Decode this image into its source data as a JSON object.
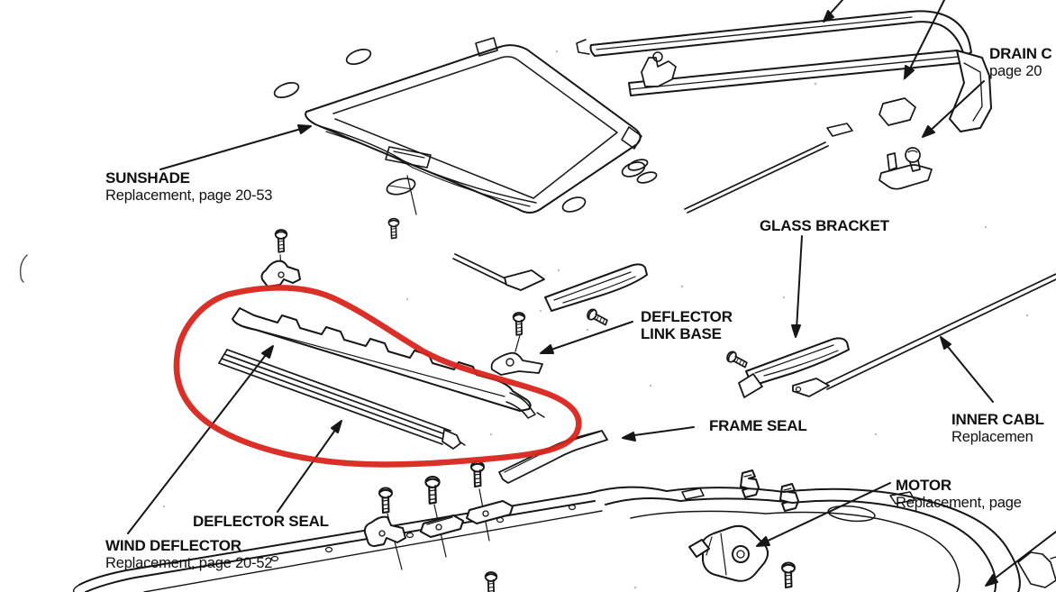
{
  "diagram": {
    "type": "exploded-parts-diagram",
    "colors": {
      "line": "#161616",
      "annotation_red": "#d9251c",
      "background": "#ffffff"
    },
    "labels": {
      "sunshade": {
        "title": "SUNSHADE",
        "subtitle": "Replacement, page 20-53"
      },
      "drain": {
        "title": "DRAIN C",
        "subtitle": "page 20"
      },
      "glass_bracket": {
        "title": "GLASS BRACKET"
      },
      "deflector_link_base": {
        "title": "DEFLECTOR",
        "title2": "LINK BASE"
      },
      "frame_seal": {
        "title": "FRAME SEAL"
      },
      "inner_cable": {
        "title": "INNER CABL",
        "subtitle": "Replacemen"
      },
      "motor": {
        "title": "MOTOR",
        "subtitle": "Replacement, page"
      },
      "deflector_seal": {
        "title": "DEFLECTOR SEAL"
      },
      "wind_deflector": {
        "title": "WIND DEFLECTOR",
        "subtitle": "Replacement, page 20-52"
      }
    }
  }
}
